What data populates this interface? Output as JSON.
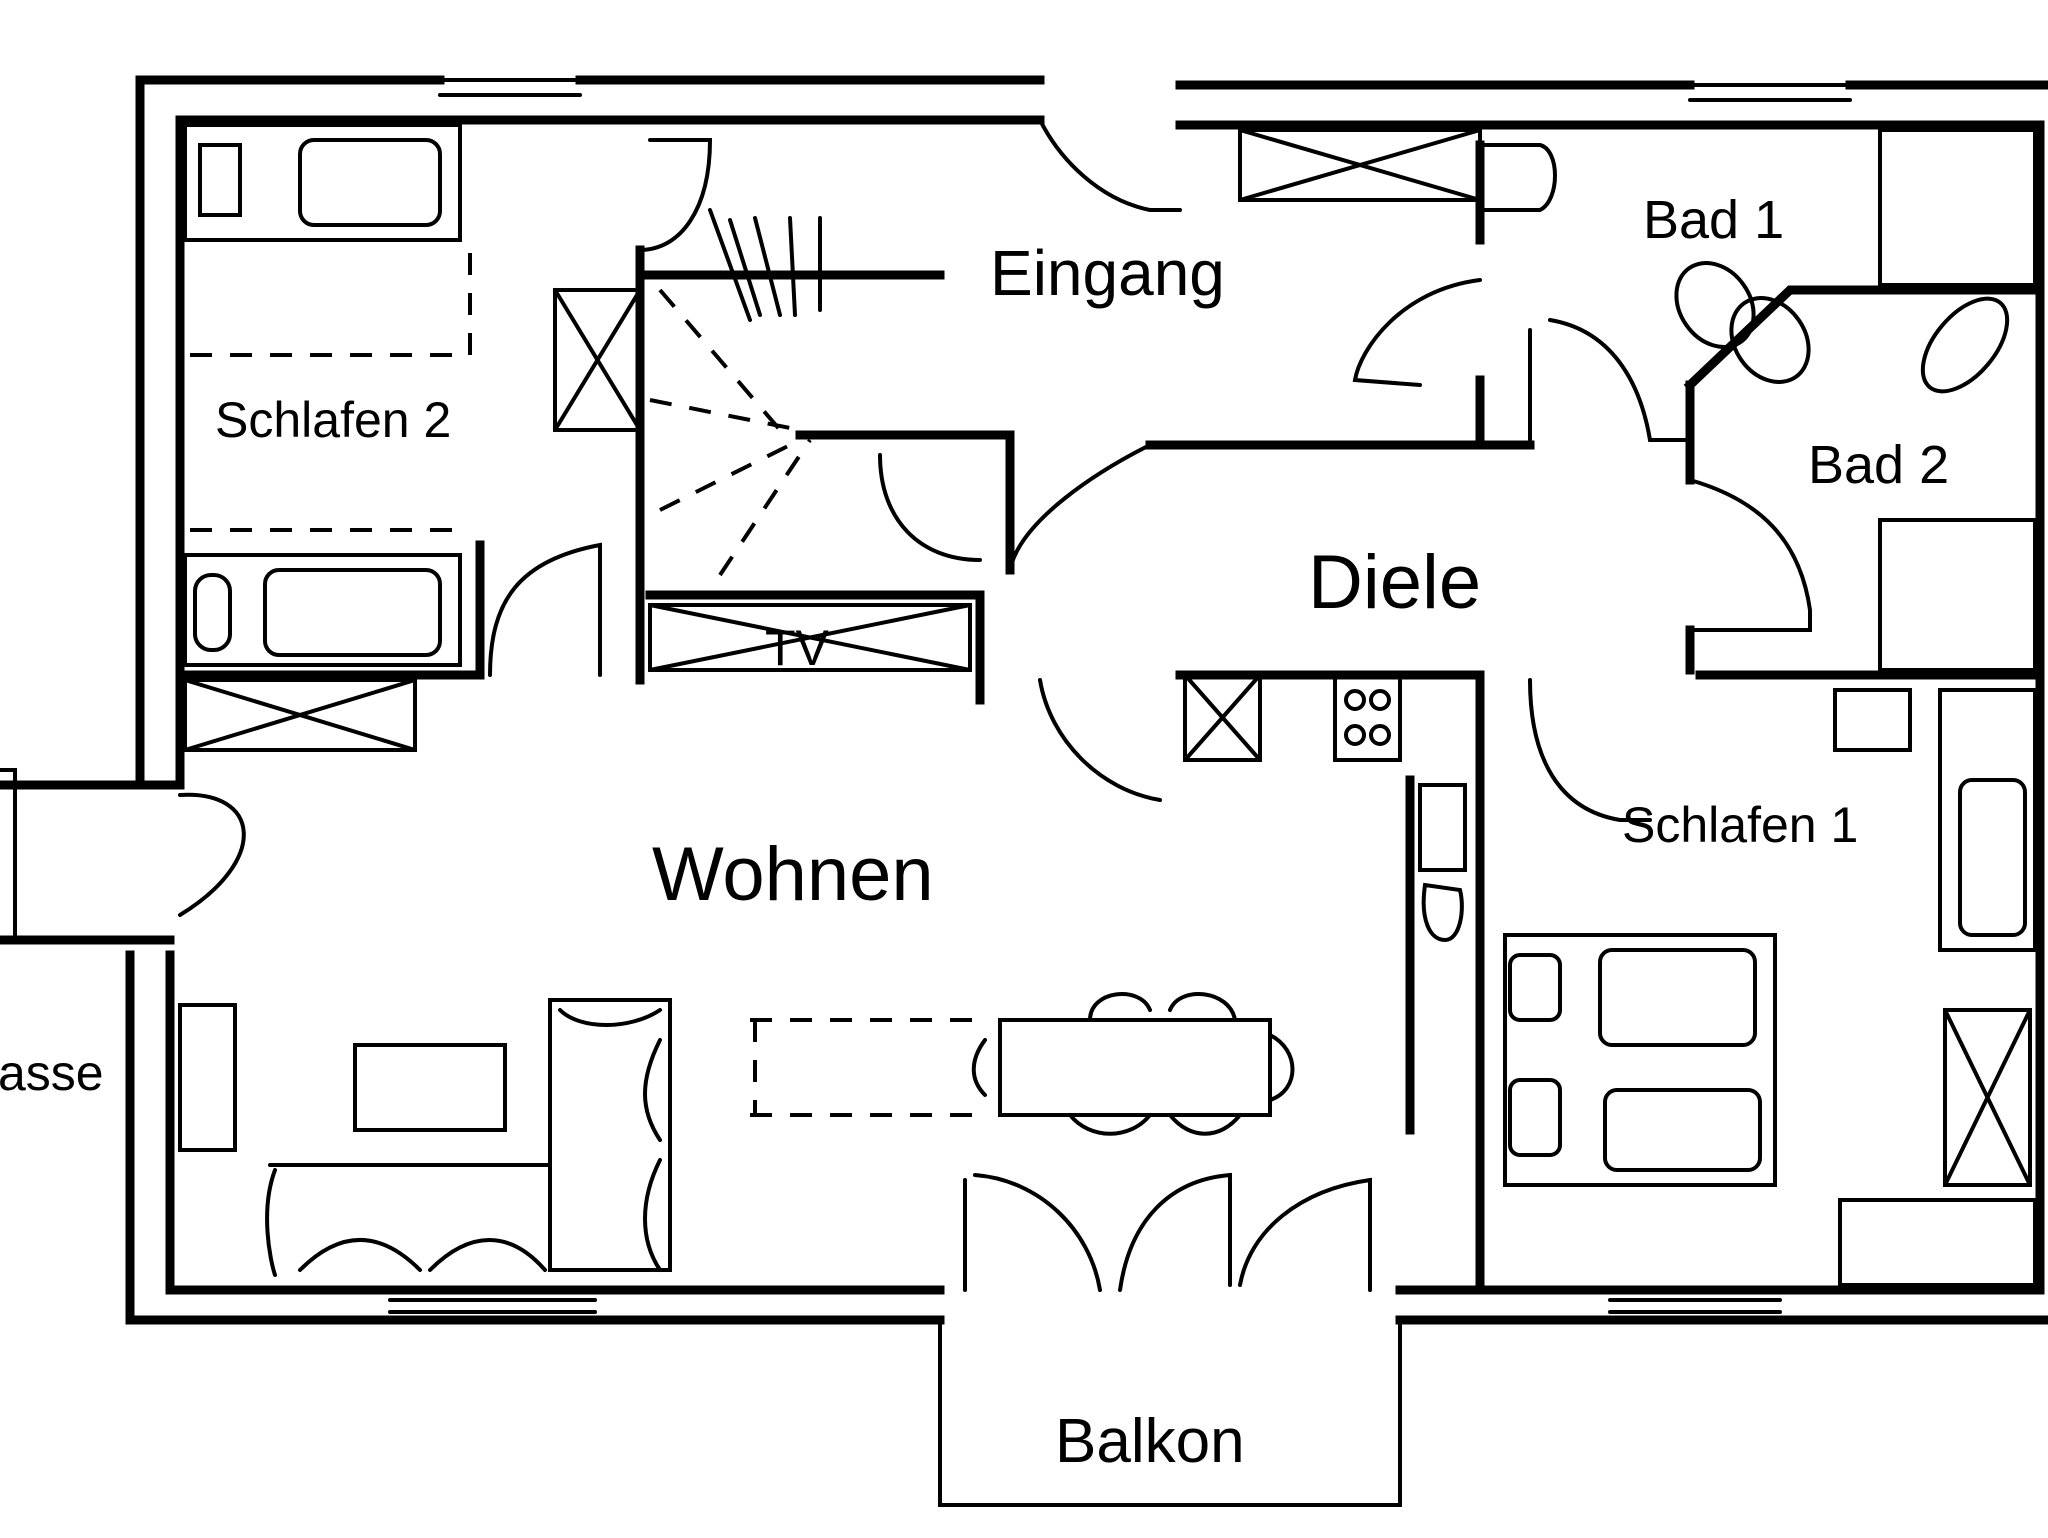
{
  "plan": {
    "type": "apartment floor plan",
    "line_color": "#000000",
    "background": "#ffffff",
    "rooms": [
      {
        "id": "schlafen2",
        "label": "Schlafen 2"
      },
      {
        "id": "eingang",
        "label": "Eingang"
      },
      {
        "id": "bad1",
        "label": "Bad 1"
      },
      {
        "id": "bad2",
        "label": "Bad 2"
      },
      {
        "id": "diele",
        "label": "Diele"
      },
      {
        "id": "wohnen",
        "label": "Wohnen"
      },
      {
        "id": "schlafen1",
        "label": "Schlafen 1"
      },
      {
        "id": "balkon",
        "label": "Balkon"
      },
      {
        "id": "terrasse",
        "label": "asse"
      }
    ],
    "fixtures": {
      "tv": "TV"
    }
  }
}
